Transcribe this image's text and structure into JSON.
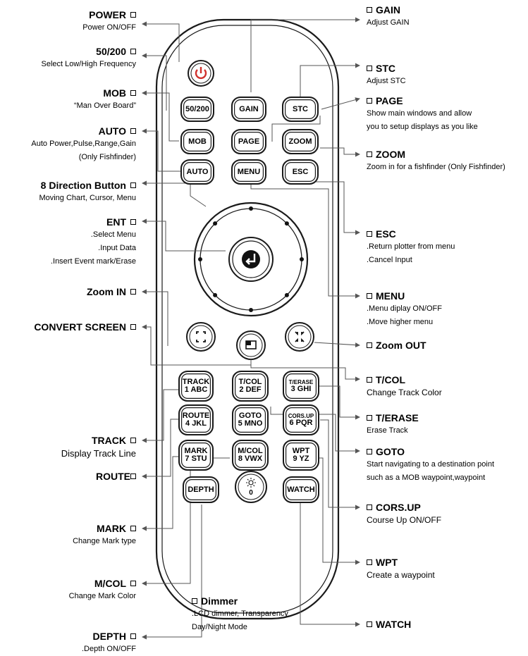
{
  "colors": {
    "line": "#555555",
    "power_red": "#d0312d",
    "outline": "#1a1a1a"
  },
  "remote_buttons": {
    "power": "power-icon",
    "b50200": "50/200",
    "gain": "GAIN",
    "stc": "STC",
    "mob": "MOB",
    "page": "PAGE",
    "zoom": "ZOOM",
    "auto": "AUTO",
    "menu": "MENU",
    "esc": "ESC",
    "ent": "enter-icon",
    "zoom_in": "zoom-in-icon",
    "convert": "convert-screen-icon",
    "zoom_out": "zoom-out-icon",
    "track": [
      "TRACK",
      "1 ABC"
    ],
    "tcol": [
      "T/COL",
      "2 DEF"
    ],
    "terase": [
      "T/ERASE",
      "3 GHI"
    ],
    "route": [
      "ROUTE",
      "4 JKL"
    ],
    "goto": [
      "GOTO",
      "5 MNO"
    ],
    "corsup": [
      "CORS.UP",
      "6 PQR"
    ],
    "mark": [
      "MARK",
      "7 STU"
    ],
    "mcol": [
      "M/COL",
      "8 VWX"
    ],
    "wpt": [
      "WPT",
      "9 YZ"
    ],
    "depth": "DEPTH",
    "dimmer": [
      "sun-icon",
      "0"
    ],
    "watch": "WATCH"
  },
  "labels": {
    "power": {
      "title": "POWER",
      "desc": [
        "Power ON/OFF"
      ]
    },
    "b50200": {
      "title": "50/200",
      "desc": [
        "Select Low/High Frequency"
      ]
    },
    "mob": {
      "title": "MOB",
      "desc": [
        "“Man Over Board”"
      ]
    },
    "auto": {
      "title": "AUTO",
      "desc": [
        "Auto Power,Pulse,Range,Gain",
        "(Only Fishfinder)"
      ]
    },
    "dir": {
      "title": "8 Direction Button",
      "desc": [
        "Moving Chart, Cursor, Menu"
      ]
    },
    "ent": {
      "title": "ENT",
      "desc": [
        ".Select Menu",
        ".Input Data",
        ".Insert Event mark/Erase"
      ]
    },
    "zoom_in": {
      "title": "Zoom IN",
      "desc": []
    },
    "convert": {
      "title": "CONVERT SCREEN",
      "desc": []
    },
    "track": {
      "title": "TRACK",
      "desc": [
        "Display Track Line"
      ]
    },
    "route": {
      "title": "ROUTE",
      "desc": []
    },
    "mark": {
      "title": "MARK",
      "desc": [
        "Change Mark type"
      ]
    },
    "mcol": {
      "title": "M/COL",
      "desc": [
        "Change Mark Color"
      ]
    },
    "depth": {
      "title": "DEPTH",
      "desc": [
        ".Depth ON/OFF"
      ]
    },
    "dimmer": {
      "title": "Dimmer",
      "desc": [
        ".LCD dimmer, Transparency",
        "Day/Night Mode"
      ]
    },
    "gain": {
      "title": "GAIN",
      "desc": [
        "Adjust GAIN"
      ]
    },
    "stc": {
      "title": "STC",
      "desc": [
        "Adjust STC"
      ]
    },
    "page": {
      "title": "PAGE",
      "desc": [
        "Show main windows and allow",
        "you to setup displays as you like"
      ]
    },
    "zoom": {
      "title": "ZOOM",
      "desc": [
        "Zoom in for a fishfinder (Only Fishfinder)"
      ]
    },
    "esc": {
      "title": "ESC",
      "desc": [
        ".Return plotter from menu",
        ".Cancel Input"
      ]
    },
    "menu": {
      "title": "MENU",
      "desc": [
        ".Menu diplay ON/OFF",
        ".Move higher menu"
      ]
    },
    "zoom_out": {
      "title": "Zoom OUT",
      "desc": []
    },
    "tcol": {
      "title": "T/COL",
      "desc": [
        "Change Track Color"
      ]
    },
    "terase": {
      "title": "T/ERASE",
      "desc": [
        "Erase Track"
      ]
    },
    "goto": {
      "title": "GOTO",
      "desc": [
        "Start navigating to a destination point",
        "such as a MOB waypoint,waypoint"
      ]
    },
    "corsup": {
      "title": "CORS.UP",
      "desc": [
        "Course Up ON/OFF"
      ]
    },
    "wpt": {
      "title": "WPT",
      "desc": [
        "Create a waypoint"
      ]
    },
    "watch": {
      "title": "WATCH",
      "desc": []
    }
  }
}
